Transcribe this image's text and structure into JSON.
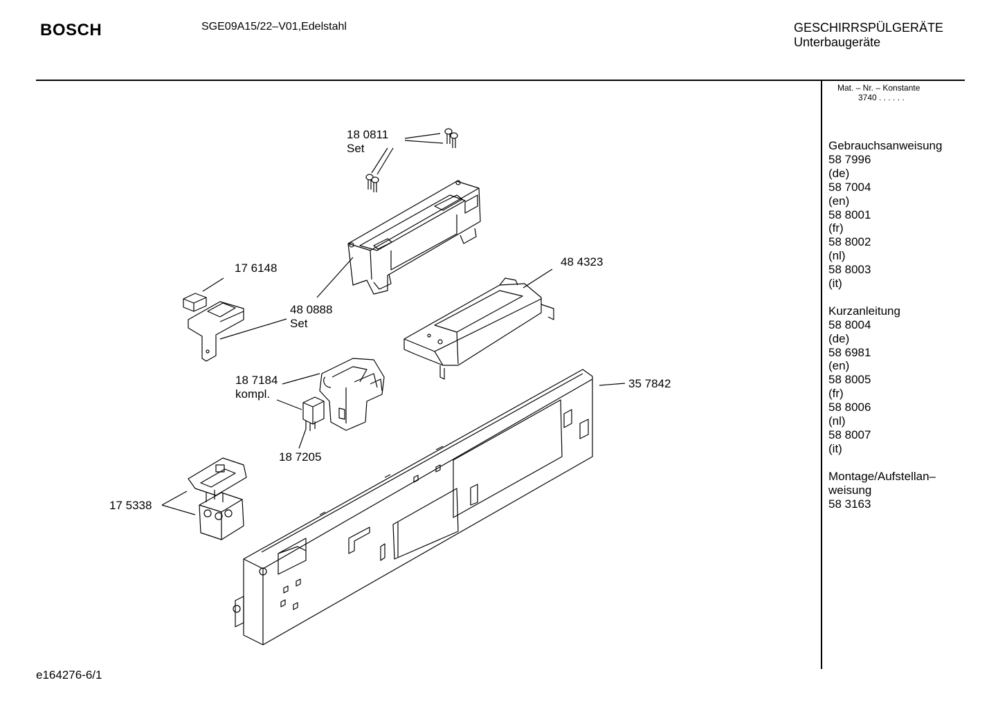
{
  "header": {
    "brand": "BOSCH",
    "model": "SGE09A15/22–V01,Edelstahl",
    "category_line1": "GESCHIRRSPÜLGERÄTE",
    "category_line2": "Unterbaugeräte"
  },
  "material_constant": {
    "label": "Mat. – Nr. – Konstante",
    "value": "3740 . . . . . ."
  },
  "documents": [
    {
      "title": "Gebrauchsanweisung",
      "entries": [
        {
          "number": "58 7996",
          "lang": "(de)"
        },
        {
          "number": "58 7004",
          "lang": "(en)"
        },
        {
          "number": "58 8001",
          "lang": "(fr)"
        },
        {
          "number": "58 8002",
          "lang": "(nl)"
        },
        {
          "number": "58 8003",
          "lang": "(it)"
        }
      ]
    },
    {
      "title": "Kurzanleitung",
      "entries": [
        {
          "number": "58 8004",
          "lang": "(de)"
        },
        {
          "number": "58 6981",
          "lang": "(en)"
        },
        {
          "number": "58 8005",
          "lang": "(fr)"
        },
        {
          "number": "58 8006",
          "lang": "(nl)"
        },
        {
          "number": "58 8007",
          "lang": "(it)"
        }
      ]
    },
    {
      "title": "Montage/Aufstellan–weisung",
      "entries": [
        {
          "number": "58 3163",
          "lang": ""
        }
      ]
    }
  ],
  "parts": [
    {
      "number": "18 0811",
      "note": "Set"
    },
    {
      "number": "17 6148",
      "note": ""
    },
    {
      "number": "48 0888",
      "note": "Set"
    },
    {
      "number": "48 4323",
      "note": ""
    },
    {
      "number": "18 7184",
      "note": "kompl."
    },
    {
      "number": "35 7842",
      "note": ""
    },
    {
      "number": "18 7205",
      "note": ""
    },
    {
      "number": "17 5338",
      "note": ""
    }
  ],
  "footer": {
    "drawing_id": "e164276-6/1"
  }
}
